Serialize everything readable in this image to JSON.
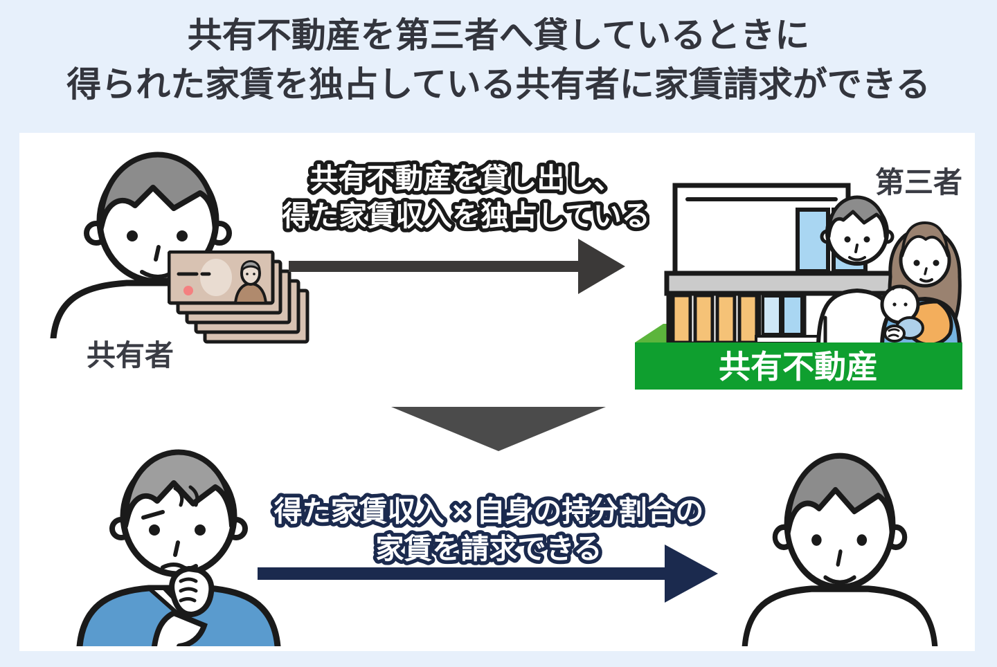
{
  "title": {
    "line1": "共有不動産を第三者へ貸しているときに",
    "line2": "得られた家賃を独占している共有者に家賃請求ができる"
  },
  "flow_top": {
    "owner_label": "共有者",
    "caption_line1": "共有不動産を貸し出し、",
    "caption_line2": "得た家賃収入を独占している",
    "third_party_label": "第三者",
    "property_label": "共有不動産"
  },
  "flow_bottom": {
    "caption_line1": "得た家賃収入 × 自身の持分割合の",
    "caption_line2": "家賃を請求できる"
  },
  "colors": {
    "background": "#e7f0fb",
    "panel": "#ffffff",
    "title_text": "#33353d",
    "top_arrow": "#3b3938",
    "down_chevron": "#4b4b4b",
    "bottom_arrow": "#1b2a4e",
    "caption_fill": "#ffffff",
    "caption_outline_top": "#1a1a1a",
    "caption_outline_bottom": "#1b2a4e",
    "platform_top_green": "#5cb53c",
    "platform_front_green": "#0f9f2f",
    "property_label_text": "#ffffff",
    "hair_gray": "#8c8c8c",
    "senior_hair_gray": "#9e9e9e",
    "sweater_blue": "#5a9bce",
    "woman_shirt_blue": "#76b4e1",
    "woman_hair_brown": "#9a8270",
    "baby_sling_orange": "#f3ae5c",
    "house_slats_orange": "#f5c277",
    "window_blue": "#a9d6f2",
    "banknote_tan": "#d8c2b2",
    "banknote_dot_red": "#f48080"
  }
}
